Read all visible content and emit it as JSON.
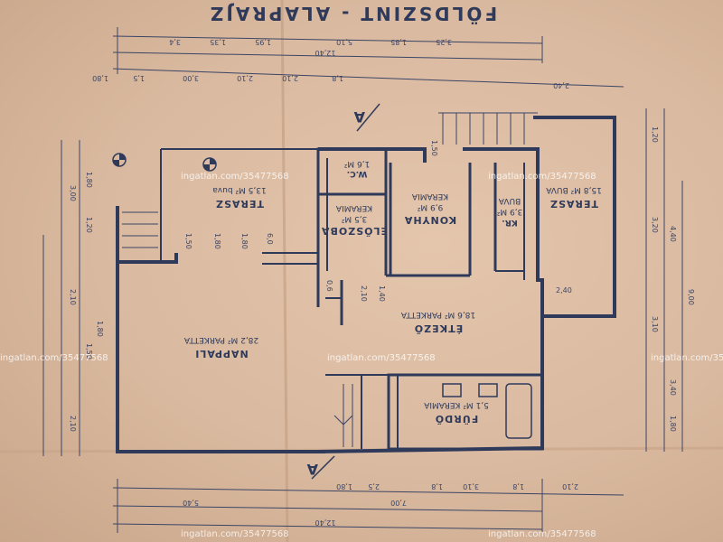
{
  "title": "FÖLDSZINT - ALAPRAJZ",
  "rooms": {
    "terasz_left": {
      "name": "TERASZ",
      "area": "13,5 M² buva"
    },
    "eloszoba": {
      "name": "ELŐSZOBA",
      "area": "3,5 M²",
      "floor": "KERAMIA"
    },
    "wc": {
      "name": "W.C.",
      "area": "1,6 M²"
    },
    "konyha": {
      "name": "KONYHA",
      "area": "9,9 M²",
      "floor": "KERAMIA"
    },
    "kamra": {
      "name": "KR.",
      "area": "3,9 M²",
      "floor": "BUVA"
    },
    "terasz_right": {
      "name": "TERASZ",
      "area": "15,8 M² BUVA"
    },
    "nappali": {
      "name": "NAPPALI",
      "area": "28,2 M² PARKETTA"
    },
    "etkezo": {
      "name": "ÉTKEZŐ",
      "area": "18,6 M² PARKETTA"
    },
    "furdo": {
      "name": "FÜRDŐ",
      "area": "5,1 M² KERAMIA"
    }
  },
  "section_marks": {
    "top": "A",
    "bottom": "A"
  },
  "watermark": "ingatlan.com/35477568",
  "dims": {
    "top_total": "12,40",
    "top_row": [
      "3,4",
      "1,35",
      "1,95",
      "5,10",
      "1,85",
      "3,25"
    ],
    "top_inner": [
      "1,80",
      "1,5",
      "3,00",
      "2,10",
      "2,10",
      "1,8",
      "2,40"
    ],
    "bottom_total": "12,40",
    "bottom_row": [
      "5,40",
      "7,00"
    ],
    "bottom_inner": [
      "1,80",
      "2,5",
      "1,8",
      "3,10",
      "1,8",
      "2,10"
    ],
    "left": [
      "1,80",
      "3,00",
      "1,20",
      "2,10",
      "1,50",
      "2,10"
    ],
    "right": [
      "1,20",
      "4,40",
      "3,20",
      "9,00",
      "3,40",
      "1,80",
      "3,10"
    ],
    "inner": [
      "1,50",
      "1,80",
      "1,80",
      "6,0",
      "2,10",
      "1,40",
      "2,40",
      "1,50",
      "0,6",
      "1,80"
    ]
  }
}
